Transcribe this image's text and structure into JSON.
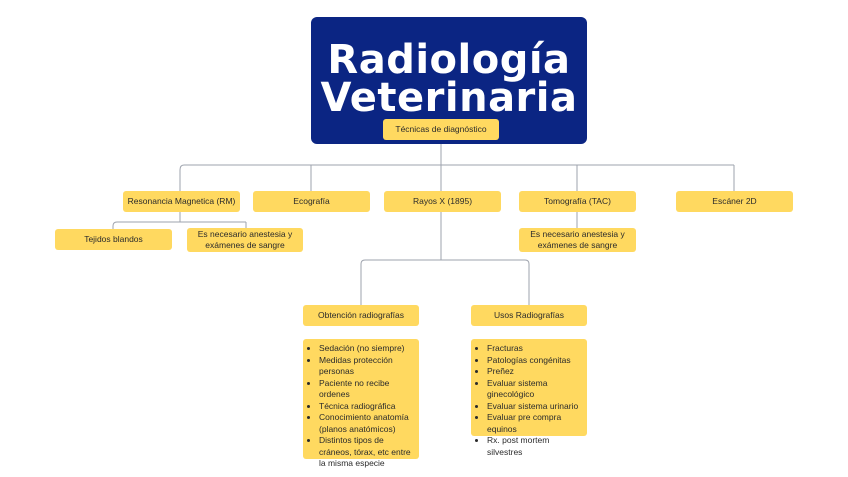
{
  "title": {
    "line1": "Radiología",
    "line2": "Veterinaria"
  },
  "root_label": "Técnicas de diagnóstico",
  "branches": {
    "rm": "Resonancia Magnetica (RM)",
    "eco": "Ecografía",
    "rx": "Rayos X (1895)",
    "tac": "Tomografía (TAC)",
    "scan": "Escáner 2D"
  },
  "rm_children": {
    "tejidos": "Tejidos blandos",
    "anestesia_line1": "Es necesario anestesia y",
    "anestesia_line2": "exámenes de sangre"
  },
  "tac_children": {
    "anestesia_line1": "Es necesario anestesia y",
    "anestesia_line2": "exámenes de sangre"
  },
  "rx_children": {
    "obtencion": "Obtención radiografías",
    "usos": "Usos Radiografías"
  },
  "obtencion_items": [
    "Sedación (no siempre)",
    "Medidas protección personas",
    "Paciente no recibe ordenes",
    "Técnica radiográfica",
    "Conocimiento anatomía (planos anatómicos)",
    "Distintos tipos de cráneos, tórax, etc entre la misma especie"
  ],
  "usos_items": [
    "Fracturas",
    "Patologías congénitas",
    "Preñez",
    "Evaluar sistema ginecológico",
    "Evaluar sistema urinario",
    "Evaluar pre compra equinos",
    "Rx. post mortem silvestres"
  ],
  "colors": {
    "title_bg": "#0b2583",
    "node_bg": "#ffd960",
    "connector": "#9ea3ad"
  }
}
